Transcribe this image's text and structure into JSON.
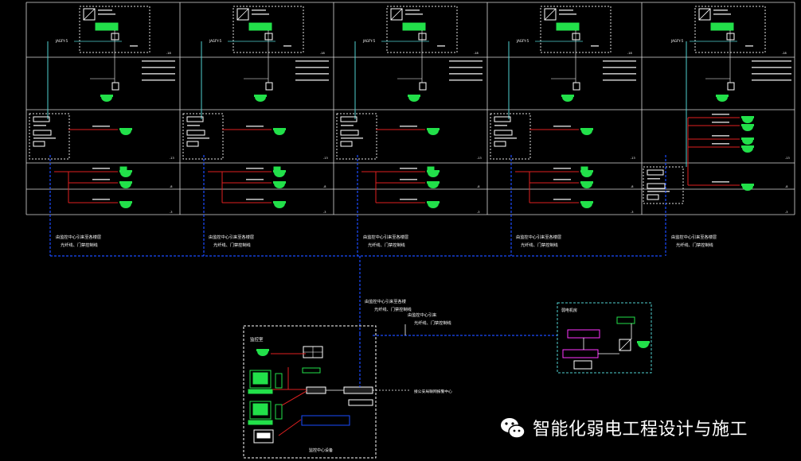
{
  "columns": [
    {
      "floor_tags": [
        "-18",
        "-13",
        "-8",
        "-3"
      ],
      "junction_label": "JAGFY-5"
    },
    {
      "floor_tags": [
        "-18",
        "-13",
        "-8",
        "-3"
      ],
      "junction_label": "JAGFY-5"
    },
    {
      "floor_tags": [
        "-18",
        "-13",
        "-8",
        "-3"
      ],
      "junction_label": "JAGFY-5"
    },
    {
      "floor_tags": [
        "-18",
        "-13",
        "-8",
        "-3"
      ],
      "junction_label": "JAGFY-5"
    },
    {
      "floor_tags": [
        "-18",
        "-13",
        "-8",
        "-3"
      ],
      "junction_label": "JAGFY-5"
    }
  ],
  "bus_annotations": [
    {
      "line1": "由监控中心引来至各楼层",
      "line2": "光纤线、门禁控制线"
    },
    {
      "line1": "由监控中心引来至各楼层",
      "line2": "光纤线、门禁控制线"
    },
    {
      "line1": "由监控中心引来至各楼层",
      "line2": "光纤线、门禁控制线"
    },
    {
      "line1": "由监控中心引来至各楼层",
      "line2": "光纤线、门禁控制线"
    },
    {
      "line1": "由监控中心引来至各楼层",
      "line2": "光纤线、门禁控制线"
    }
  ],
  "trunk_annotation": {
    "line1": "由监控中心引来至各楼",
    "line2": "光纤线、门禁控制线"
  },
  "center_annotation": {
    "line1": "由监控中心引来",
    "line2": "光纤线、门禁控制线"
  },
  "control_room": {
    "title": "监控室",
    "footer": "监控中心设备"
  },
  "external_link": "接公安局联网报警中心",
  "equipment_room": {
    "title": "弱电机房"
  },
  "watermark": {
    "text": "智能化弱电工程设计与施工",
    "icon": "wechat-icon"
  },
  "colors": {
    "fiber": "#4fd1d1",
    "control": "#e02020",
    "trunk": "#1a4bff",
    "device": "#22e04a",
    "text": "#ffffff"
  }
}
